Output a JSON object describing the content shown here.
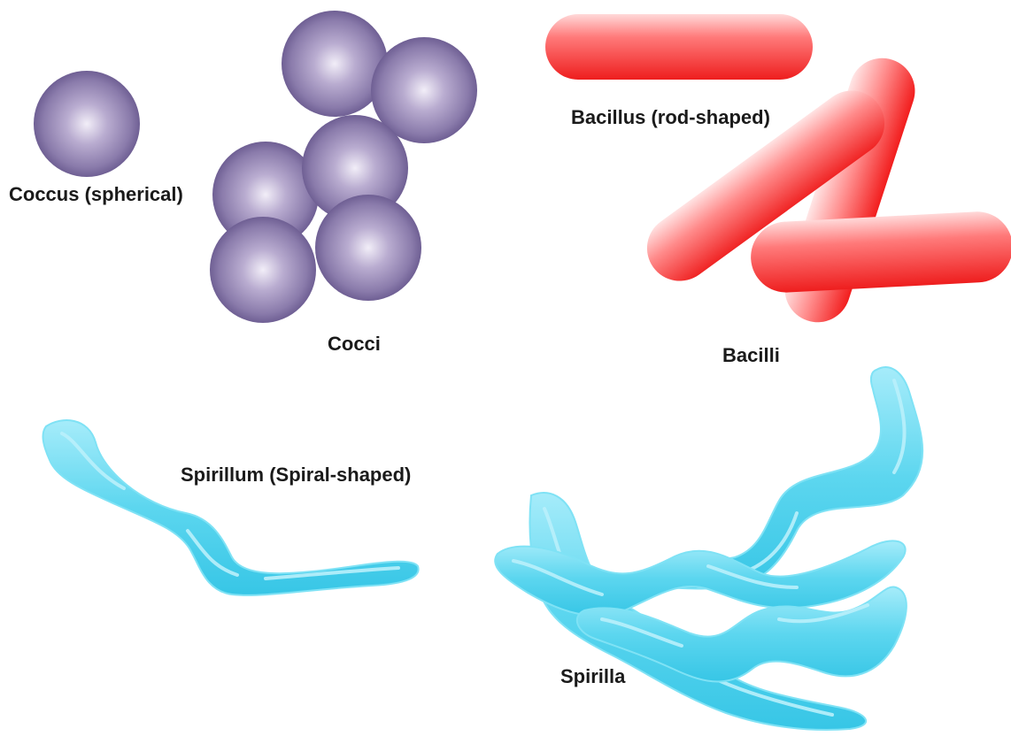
{
  "labels": {
    "coccus": "Coccus (spherical)",
    "cocci": "Cocci",
    "bacillus": "Bacillus (rod-shaped)",
    "bacilli": "Bacilli",
    "spirillum": "Spirillum (Spiral-shaped)",
    "spirilla": "Spirilla"
  },
  "colors": {
    "coccus_center": "#f2eef8",
    "coccus_mid": "#a394bf",
    "coccus_edge": "#5f4f86",
    "bacillus_light": "#ffd9d9",
    "bacillus_mid": "#ff5a5a",
    "bacillus_dark": "#ee1e1e",
    "spirillum_fill": "#5cd6ef",
    "spirillum_highlight": "#b9f0fb",
    "spirillum_edge": "#7fe2f5"
  }
}
